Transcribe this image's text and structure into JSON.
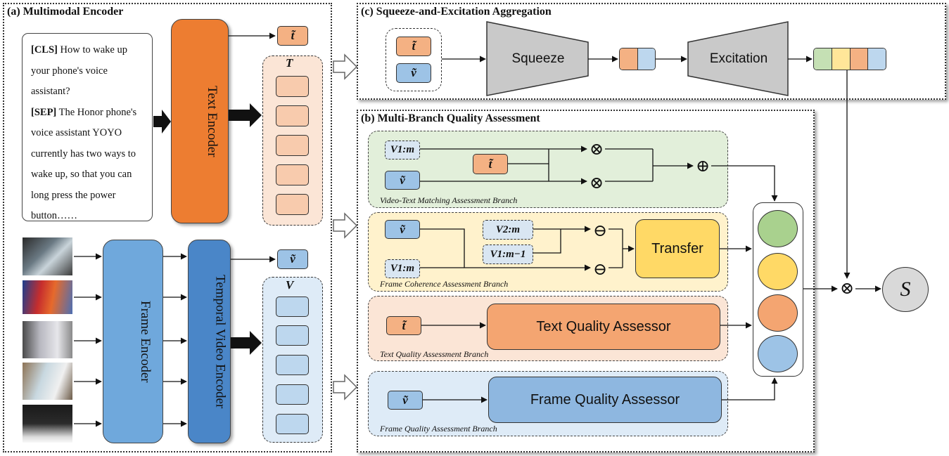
{
  "panels": {
    "a_title": "(a) Multimodal Encoder",
    "b_title": "(b) Multi-Branch Quality Assessment",
    "c_title": "(c) Squeeze-and-Excitation Aggregation"
  },
  "query": {
    "cls_tag": "[CLS]",
    "cls_text": " How to wake up your phone's voice assistant?",
    "sep_tag": "[SEP]",
    "sep_text": " The Honor phone's voice assistant YOYO currently has two ways to wake up, so that you can long press the power button……"
  },
  "encoders": {
    "text": "Text Encoder",
    "frame": "Frame Encoder",
    "temporal": "Temporal Video Encoder"
  },
  "tokens": {
    "t_tilde": "t̃",
    "v_tilde": "ṽ",
    "T": "T",
    "V": "V",
    "V_1m": "V1:m",
    "V_2m": "V2:m",
    "V_1m1": "V1:m−1",
    "S": "S"
  },
  "se": {
    "squeeze": "Squeeze",
    "excitation": "Excitation"
  },
  "branches": {
    "vt_match": "Video-Text Matching Assessment Branch",
    "coherence": "Frame Coherence Assessment Branch",
    "text_quality": "Text Quality Assessment Branch",
    "frame_quality": "Frame Quality Assessment Branch"
  },
  "modules": {
    "transfer": "Transfer",
    "text_assessor": "Text Quality Assessor",
    "frame_assessor": "Frame Quality Assessor"
  },
  "operators": {
    "times": "⊗",
    "plus": "⊕",
    "minus": "⊖"
  },
  "colors": {
    "text_encoder": "#ed7d31",
    "frame_encoder": "#6fa8dc",
    "temporal_encoder": "#4a86c8",
    "t_token": "#f4b183",
    "v_token": "#9dc3e6",
    "green_branch": "#e2efda",
    "yellow_branch": "#fff2cc",
    "orange_branch": "#fbe5d6",
    "blue_branch": "#deebf7",
    "transfer": "#ffd966",
    "squeeze_grey": "#c9c9c9"
  }
}
